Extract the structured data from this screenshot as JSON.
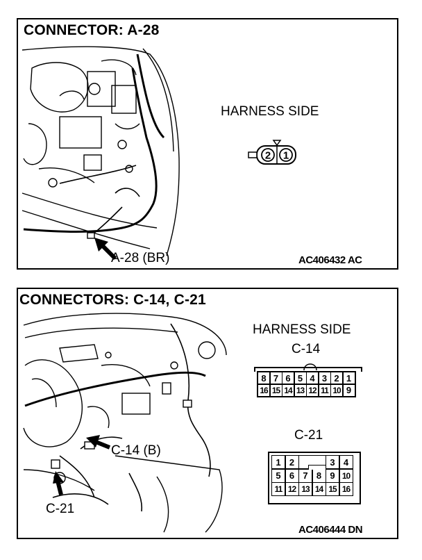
{
  "panel_a28": {
    "title": "CONNECTOR: A-28",
    "harness_side": "HARNESS SIDE",
    "pins": [
      "2",
      "1"
    ],
    "callout": "A-28 (BR)",
    "figure_code": "AC406432 AC"
  },
  "panel_c14_c21": {
    "title": "CONNECTORS: C-14, C-21",
    "harness_side": "HARNESS SIDE",
    "c14": {
      "label": "C-14",
      "row1": [
        "8",
        "7",
        "6",
        "5",
        "4",
        "3",
        "2",
        "1"
      ],
      "row2": [
        "16",
        "15",
        "14",
        "13",
        "12",
        "11",
        "10",
        "9"
      ]
    },
    "c21": {
      "label": "C-21",
      "row1": [
        "1",
        "2",
        "",
        "",
        "3",
        "4"
      ],
      "row2": [
        "5",
        "6",
        "7",
        "8",
        "9",
        "10"
      ],
      "row3": [
        "11",
        "12",
        "13",
        "14",
        "15",
        "16"
      ]
    },
    "callout_c14": "C-14 (B)",
    "callout_c21": "C-21",
    "figure_code": "AC406444 DN"
  }
}
